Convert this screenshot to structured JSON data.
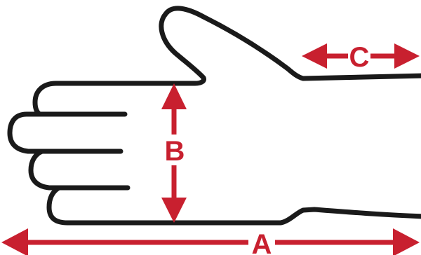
{
  "diagram": {
    "colors": {
      "outline": "#1a1a1a",
      "accent": "#c8202f",
      "background": "#ffffff"
    },
    "measurements": [
      {
        "key": "a",
        "label": "A"
      },
      {
        "key": "b",
        "label": "B"
      },
      {
        "key": "c",
        "label": "C"
      }
    ]
  }
}
